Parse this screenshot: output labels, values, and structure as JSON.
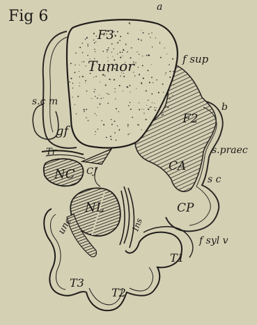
{
  "figure": {
    "title": "Fig 6",
    "labels": {
      "a": "a",
      "f3": "F3",
      "tumor": "Tumor",
      "f_sup": "f sup",
      "s_cm": "s.c m",
      "gf": "gf",
      "b": "b",
      "f2": "F2",
      "s_praec": "s.praec",
      "tr": "Tr",
      "nc": "NC",
      "ci": "CJ",
      "ca": "CA",
      "sc": "s c",
      "nl": "NL",
      "cp": "CP",
      "unc": "unc",
      "ins": "Ins",
      "f_syl": "f syl v",
      "t1": "T1",
      "t3": "T3",
      "t2": "T2"
    }
  }
}
